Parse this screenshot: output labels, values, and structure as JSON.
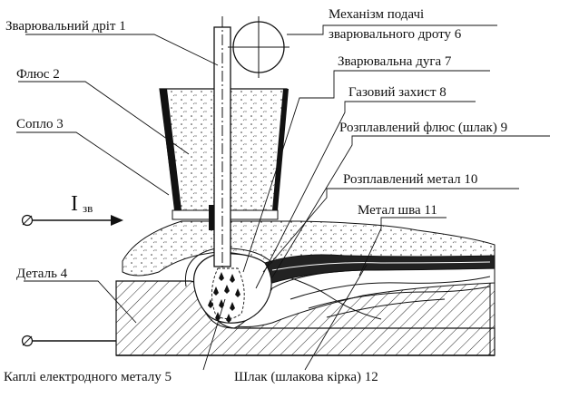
{
  "labels": {
    "wire": "Зварювальний дріт 1",
    "flux": "Флюс 2",
    "nozzle": "Сопло 3",
    "part": "Деталь 4",
    "droplets": "Каплі електродного металу 5",
    "feed_line1": "Механізм подачі",
    "feed_line2": "зварювального дроту 6",
    "arc": "Зварювальна дуга 7",
    "gas": "Газовий захист 8",
    "molten_flux": "Розплавлений флюс (шлак) 9",
    "molten_metal": "Розплавлений метал 10",
    "weld_metal": "Метал шва 11",
    "slag": "Шлак (шлакова кірка) 12"
  },
  "current": {
    "symbol": "I",
    "subscript": "зв"
  },
  "colors": {
    "ink": "#111111",
    "background": "#ffffff"
  }
}
